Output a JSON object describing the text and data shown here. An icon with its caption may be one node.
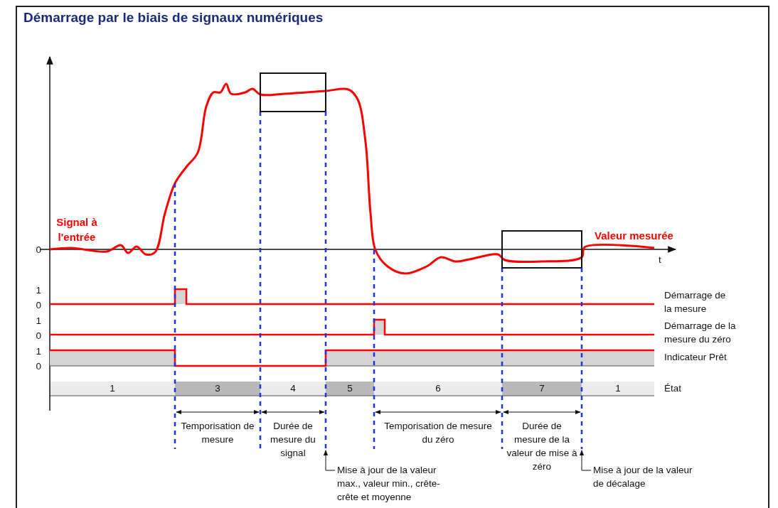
{
  "diagram": {
    "title": "Démarrage par le biais de signaux numériques",
    "nodes": [
      {
        "text": [],
        "shape": "box"
      },
      {
        "text": [],
        "shape": "box"
      },
      {
        "text": [],
        "shape": "line"
      },
      {
        "text": [
          "Mise à jour de la valeur max., valeur min., crête-crête et moyenne"
        ]
      },
      {
        "text": [],
        "shape": "line"
      },
      {
        "text": [
          "Mise à jour de la valeur de décalage"
        ]
      }
    ],
    "edges": [
      {
        "from": 3,
        "to": 2,
        "arrow": "to"
      },
      {
        "from": 5,
        "to": 4,
        "arrow": "to"
      }
    ],
    "labels": [
      "Signal à l'entrée",
      "Valeur mesurée",
      "0",
      "t",
      "1",
      "0",
      "Démarrage de la mesure",
      "1",
      "0",
      "Démarrage de la mesure du zéro",
      "1",
      "0",
      "Indicateur Prêt",
      "1",
      "3",
      "4",
      "5",
      "6",
      "7",
      "1",
      "État",
      "Temporisation de mesure",
      "Durée de mesure du signal",
      "Temporisation de mesure du zéro",
      "Durée de mesure de la valeur de mise à zéro"
    ]
  }
}
